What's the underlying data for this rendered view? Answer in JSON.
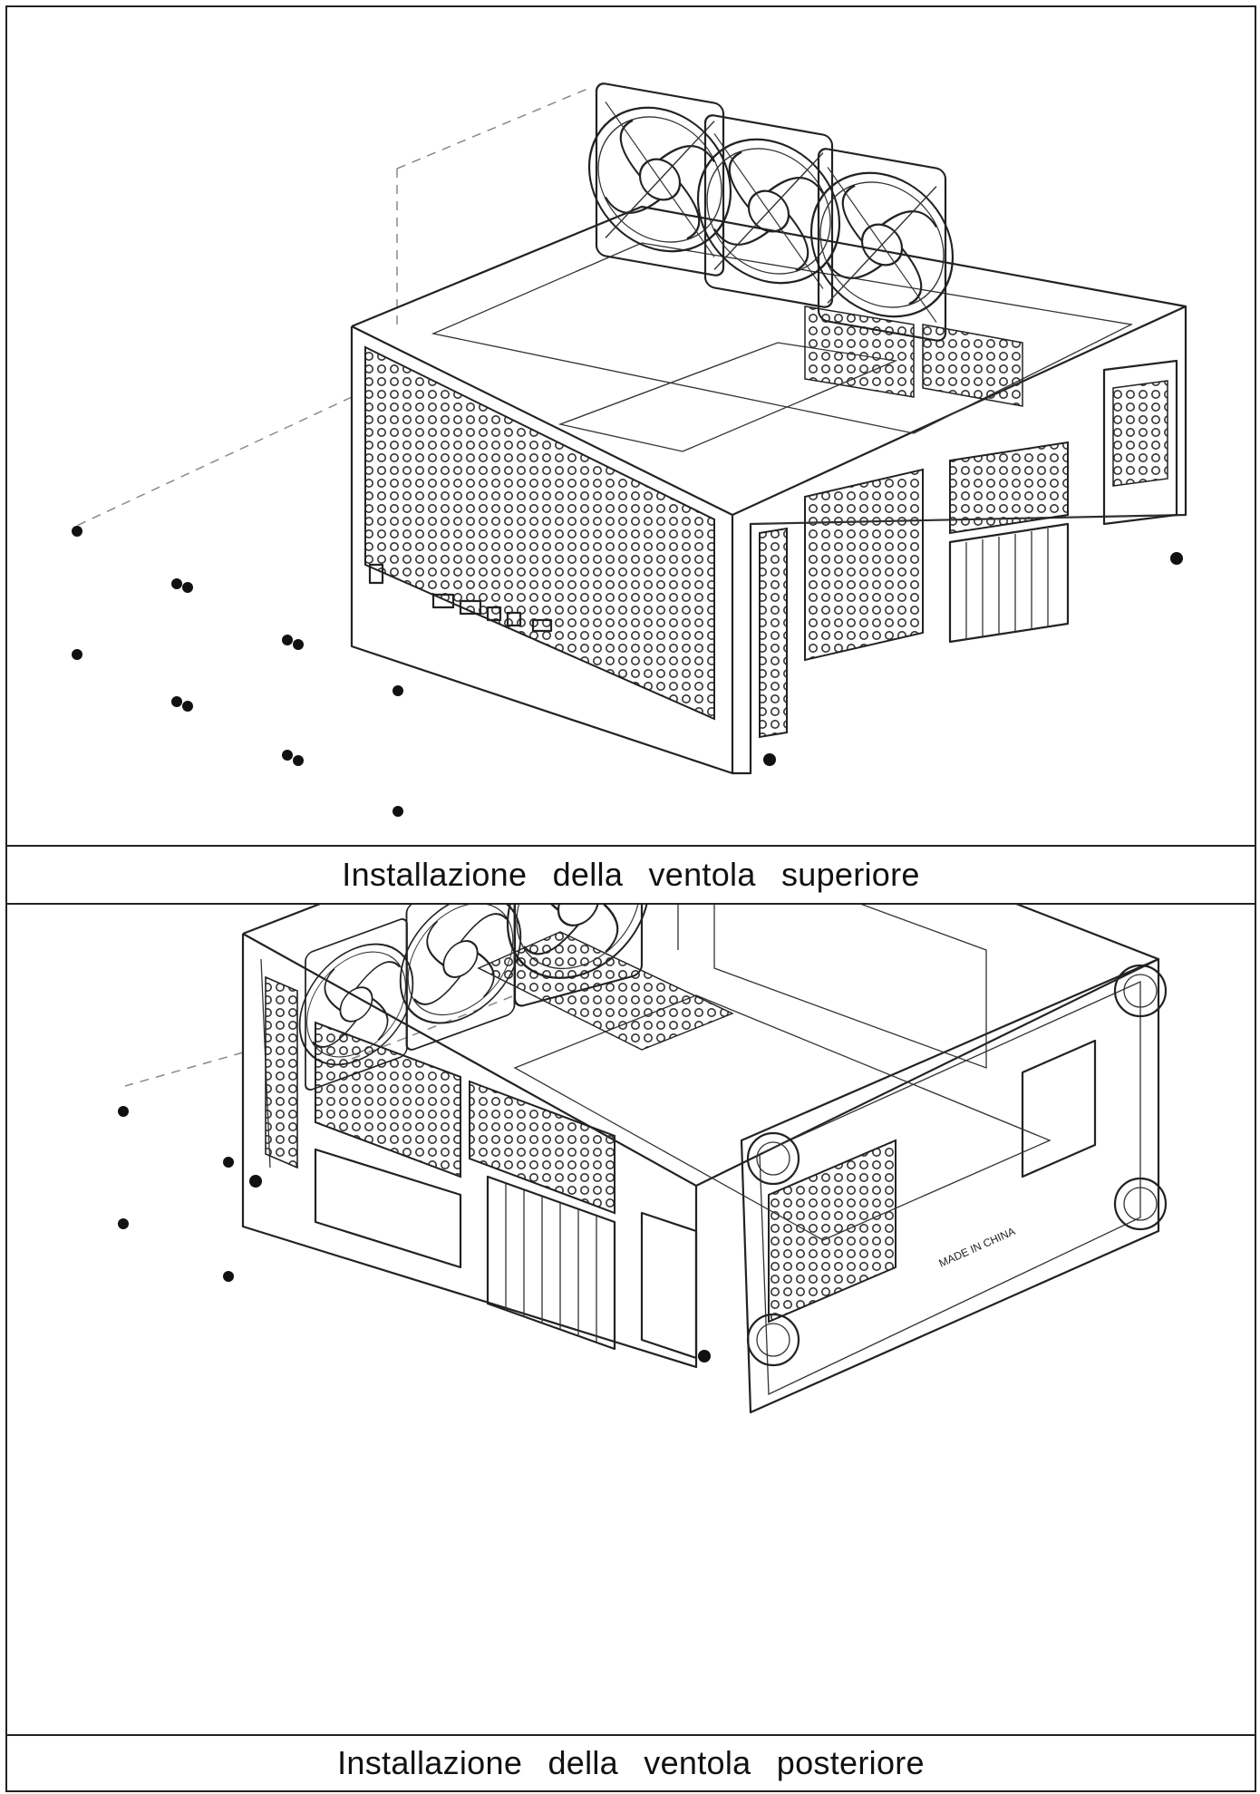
{
  "captions": {
    "top": "Installazione della ventola superiore",
    "bottom": "Installazione della ventola posteriore"
  },
  "labels": {
    "case_stamp": "MADE IN CHINA"
  }
}
